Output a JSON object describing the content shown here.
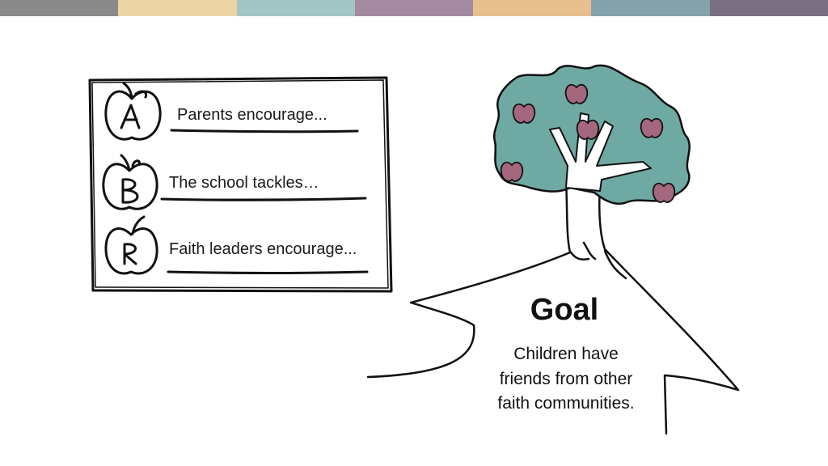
{
  "stripe": {
    "colors": [
      "#8a8a8a",
      "#ecd4a4",
      "#a3c6c4",
      "#a38aa0",
      "#e8c090",
      "#86a3ab",
      "#7b6f82"
    ]
  },
  "steps": [
    {
      "letter": "A",
      "label": "Parents encourage..."
    },
    {
      "letter": "B",
      "label": "The school tackles…"
    },
    {
      "letter": "R",
      "label": "Faith leaders encourage..."
    }
  ],
  "goal": {
    "title": "Goal",
    "description": "Children have friends from other faith communities."
  },
  "colors": {
    "foliage": "#6fa9a3",
    "apple": "#a4677e",
    "ink": "#111111"
  },
  "icons": [
    "apple-icon",
    "apple-tree"
  ]
}
